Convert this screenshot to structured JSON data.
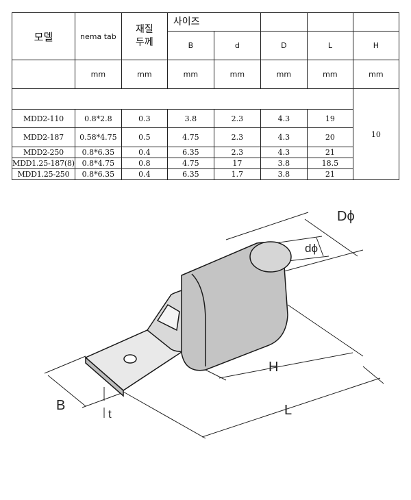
{
  "table": {
    "headers": {
      "model": "모델",
      "nema_tab": "nema tab",
      "thickness_line1": "재질",
      "thickness_line2": "두께",
      "size": "사이즈",
      "B": "B",
      "d": "d",
      "D": "D",
      "L": "L",
      "H": "H"
    },
    "units": [
      "mm",
      "mm",
      "mm",
      "mm",
      "mm",
      "mm",
      "mm"
    ],
    "rows": [
      {
        "model": "MDD2-110",
        "tab": "0.8*2.8",
        "thick": "0.3",
        "B": "3.8",
        "d": "2.3",
        "D": "4.3",
        "L": "19"
      },
      {
        "model": "MDD2-187",
        "tab": "0.58*4.75",
        "thick": "0.5",
        "B": "4.75",
        "d": "2.3",
        "D": "4.3",
        "L": "20"
      },
      {
        "model": "MDD2-250",
        "tab": "0.8*6.35",
        "thick": "0.4",
        "B": "6.35",
        "d": "2.3",
        "D": "4.3",
        "L": "21"
      },
      {
        "model": "MDD1.25-187(8)",
        "tab": "0.8*4.75",
        "thick": "0.8",
        "B": "4.75",
        "d": "17",
        "D": "3.8",
        "L": "18.5"
      },
      {
        "model": "MDD1.25-250",
        "tab": "0.8*6.35",
        "thick": "0.4",
        "B": "6.35",
        "d": "1.7",
        "D": "3.8",
        "L": "21"
      }
    ],
    "H_value": "10"
  },
  "diagram": {
    "label_D": "Dϕ",
    "label_d": "dϕ",
    "label_H": "H",
    "label_L": "L",
    "label_B": "B",
    "label_t": "t"
  }
}
